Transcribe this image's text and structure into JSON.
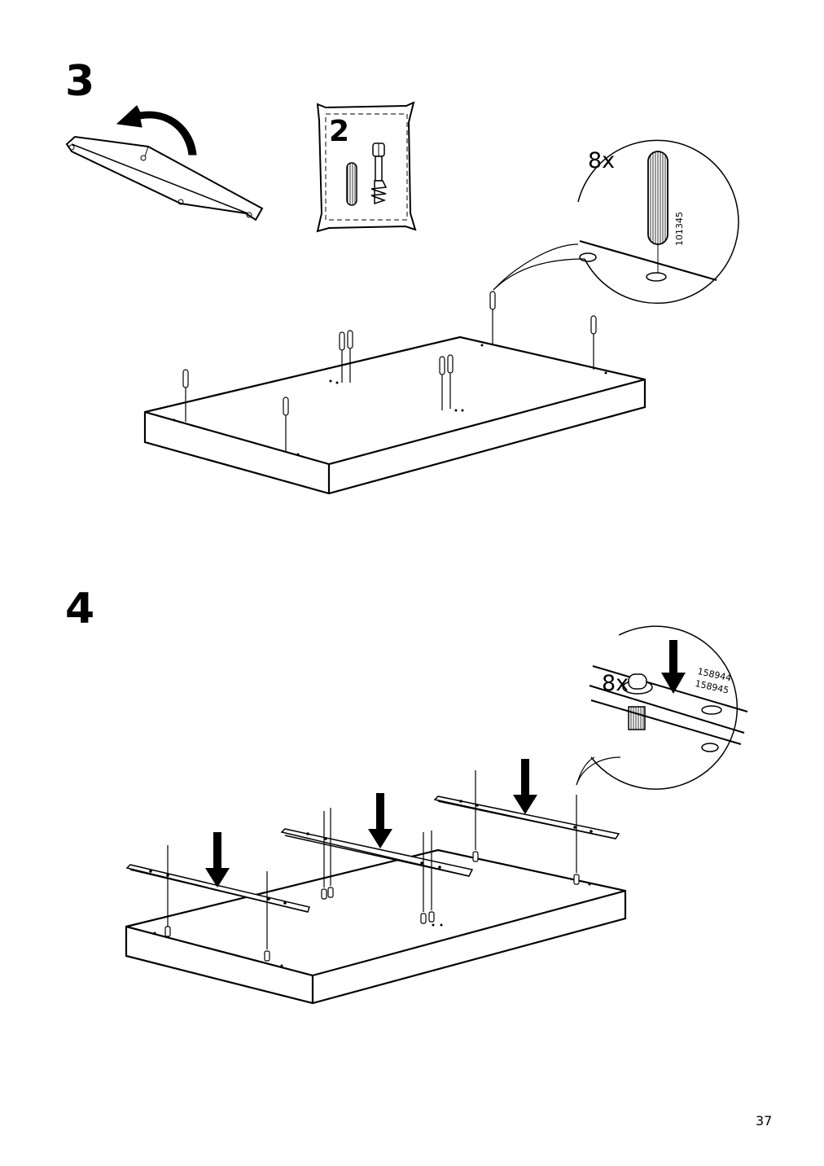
{
  "page": {
    "page_number": "37"
  },
  "steps": [
    {
      "number": "3",
      "quantity_callout": "8x",
      "part_code": "101345",
      "pack_callout": {
        "count": "2"
      }
    },
    {
      "number": "4",
      "quantity_callout": "8x",
      "part_codes": [
        "158944",
        "158945"
      ]
    }
  ],
  "colors": {
    "ink": "#000000",
    "paper": "#ffffff"
  }
}
